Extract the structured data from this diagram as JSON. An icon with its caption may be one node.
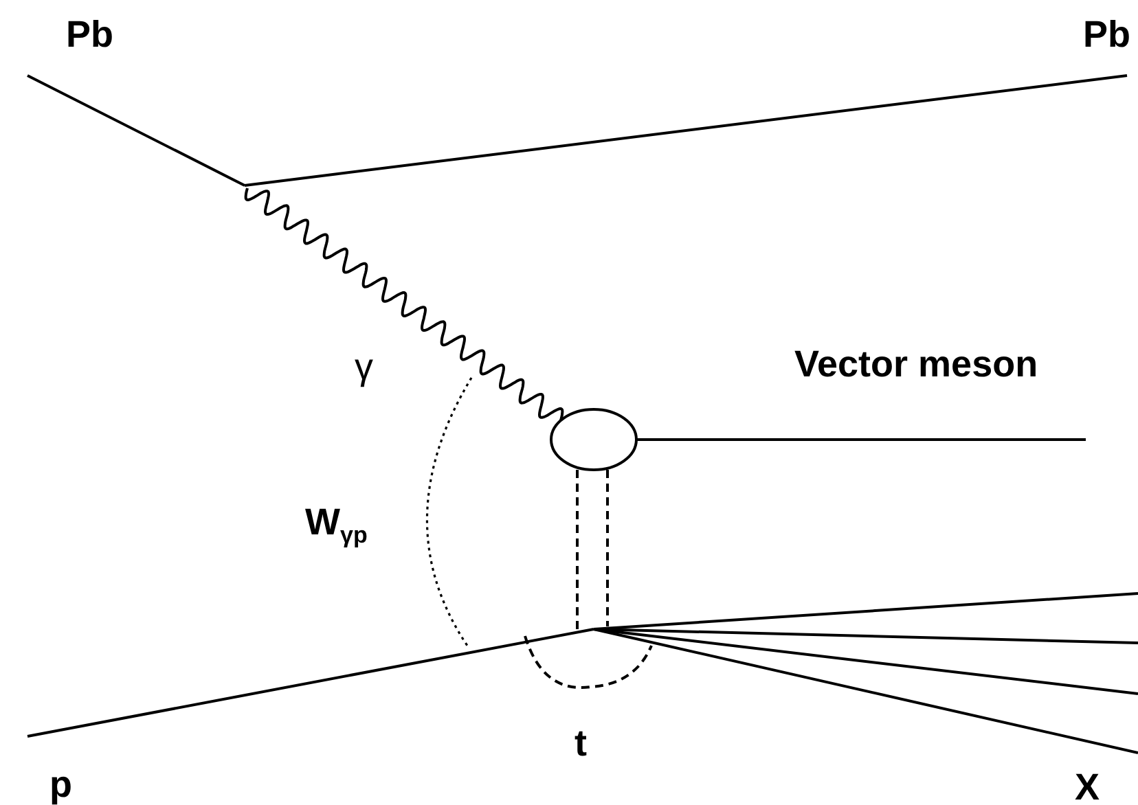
{
  "diagram": {
    "labels": [
      "Pb",
      "Pb",
      "γ",
      "Vector meson",
      "W$_{γp}$",
      "t",
      "p",
      "X"
    ]
  }
}
